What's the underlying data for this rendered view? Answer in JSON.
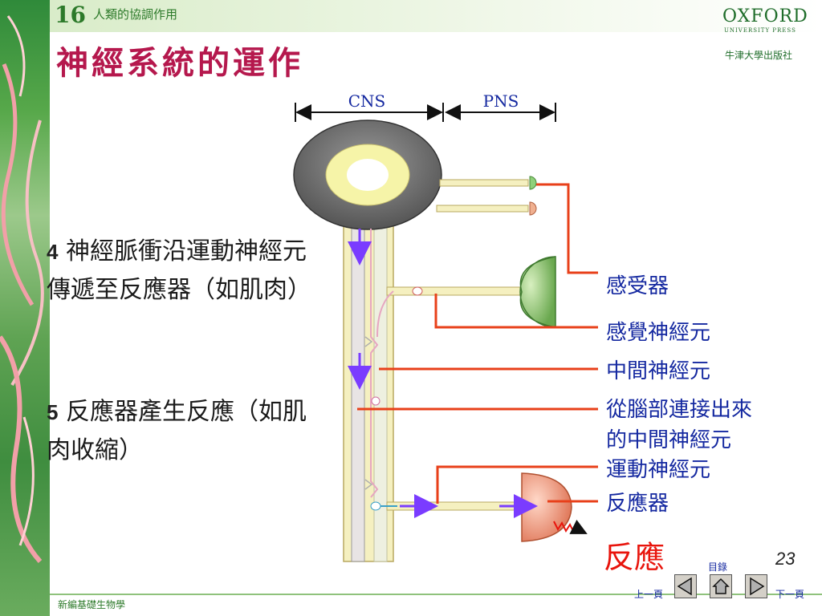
{
  "header": {
    "chapter_number": "16",
    "chapter_title": "人類的協調作用",
    "publisher_logo": "OXFORD",
    "publisher_logo_sub": "UNIVERSITY PRESS",
    "publisher_name": "牛津大學出版社"
  },
  "page_title": "神經系統的運作",
  "steps": [
    {
      "number": "4",
      "text": "神經脈衝沿運動神經元傳遞至反應器（如肌肉）"
    },
    {
      "number": "5",
      "text": "反應器產生反應（如肌肉收縮）"
    }
  ],
  "diagram": {
    "cns_label": "CNS",
    "pns_label": "PNS",
    "labels": {
      "receptor": "感受器",
      "sensory_neuron": "感覺神經元",
      "interneuron": "中間神經元",
      "brain_interneuron_line1": "從腦部連接出來",
      "brain_interneuron_line2": "的中間神經元",
      "motor_neuron": "運動神經元",
      "effector": "反應器",
      "response": "反應"
    }
  },
  "footer": {
    "book_title": "新編基礎生物學",
    "page_number": "23",
    "nav_contents": "目錄",
    "nav_prev": "上一頁",
    "nav_next": "下一頁"
  },
  "colors": {
    "title": "#b5184d",
    "label_blue": "#1428a0",
    "response_red": "#e8140c",
    "impulse_purple": "#7a3cff",
    "leader_red": "#e8401a"
  }
}
